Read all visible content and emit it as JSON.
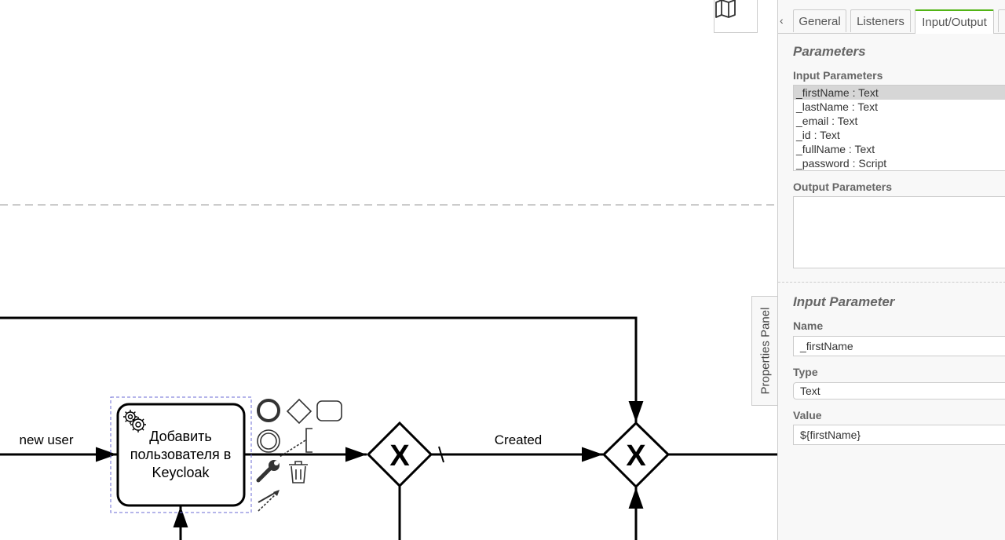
{
  "canvas": {
    "labels": {
      "flow_new_user": "new user",
      "flow_created": "Created",
      "task_line1": "Добавить",
      "task_line2": "пользователя в",
      "task_line3": "Keycloak",
      "gateway1_mark": "X",
      "gateway2_mark": "X"
    },
    "icons": [
      "map-icon",
      "gear-icon",
      "wrench-icon",
      "trash-icon"
    ]
  },
  "properties_panel": {
    "toggle_label": "Properties Panel",
    "tabs": [
      {
        "label": "General"
      },
      {
        "label": "Listeners"
      },
      {
        "label": "Input/Output",
        "active": true
      }
    ],
    "parameters_title": "Parameters",
    "input_parameters_label": "Input Parameters",
    "input_parameters": [
      {
        "label": "_firstName : Text",
        "selected": true
      },
      {
        "label": "_lastName : Text"
      },
      {
        "label": "_email : Text"
      },
      {
        "label": "_id : Text"
      },
      {
        "label": "_fullName : Text"
      },
      {
        "label": "_password : Script"
      }
    ],
    "output_parameters_label": "Output Parameters",
    "input_parameter_title": "Input Parameter",
    "name_label": "Name",
    "name_value": "_firstName",
    "type_label": "Type",
    "type_value": "Text",
    "value_label": "Value",
    "value_value": "${firstName}",
    "colors": {
      "active_tab_accent": "#52b415",
      "selected_row": "#d6d6d6"
    }
  }
}
